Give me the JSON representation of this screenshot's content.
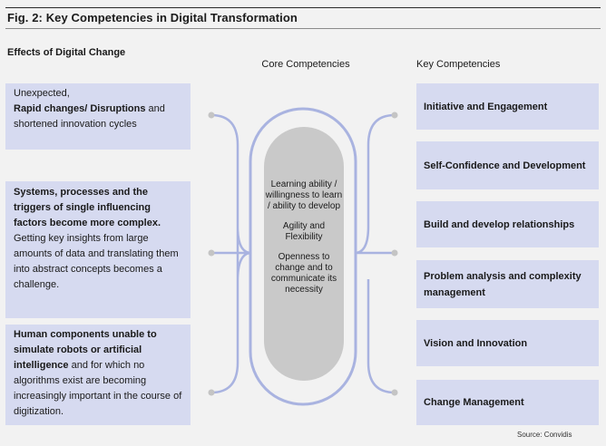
{
  "title": "Fig. 2: Key  Competencies  in Digital Transformation",
  "columns": {
    "left": "Effects of Digital Change",
    "middle": "Core Competencies",
    "right": "Key  Competencies"
  },
  "effects": [
    {
      "line1": "Unexpected,",
      "bold": "Rapid changes/ Disruptions",
      "rest": " and shortened innovation cycles"
    },
    {
      "bold": "Systems, processes and the triggers of single influencing factors become more complex.",
      "rest": "Getting key insights from large amounts of data and translating them into abstract concepts becomes a challenge."
    },
    {
      "bold": "Human components unable to simulate robots or artificial intelligence",
      "rest": " and for which no algorithms exist are becoming increasingly important in the course of digitization."
    }
  ],
  "core_competencies": [
    "Learning ability / willingness to learn / ability to develop",
    "Agility and Flexibility",
    "Openness to change and to communicate its necessity"
  ],
  "key_competencies": [
    "Initiative  and  Engagement",
    "Self-Confidence  and Development",
    "Build and develop relationships",
    "Problem analysis and complexity management",
    "Vision and Innovation",
    "Change Management"
  ],
  "source": "Source:   Convidis",
  "colors": {
    "box_fill": "#d6daf0",
    "connector": "#a9b3e0",
    "pill": "#c9c9c9",
    "dot": "#c4c4c4"
  }
}
